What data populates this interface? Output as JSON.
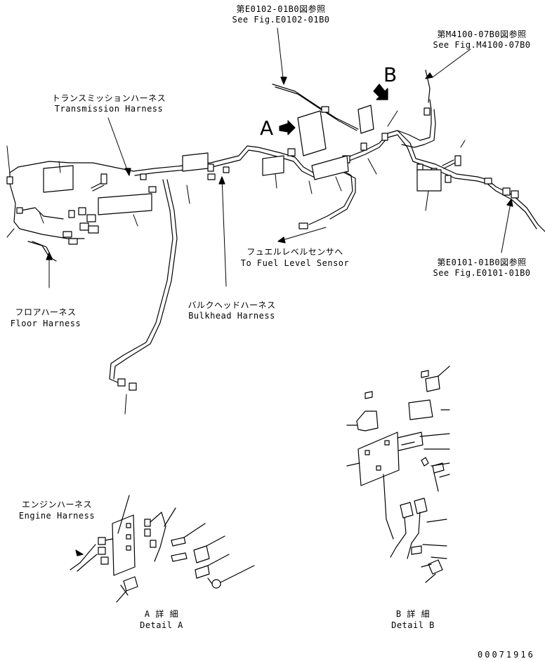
{
  "refs": {
    "top": {
      "jp": "第E0102-01B0図参照",
      "en": "See Fig.E0102-01B0"
    },
    "right_top": {
      "jp": "第M4100-07B0図参照",
      "en": "See Fig.M4100-07B0"
    },
    "right_mid": {
      "jp": "第E0101-01B0図参照",
      "en": "See Fig.E0101-01B0"
    }
  },
  "callouts": {
    "a": "A",
    "b": "B"
  },
  "harness_labels": {
    "transmission": {
      "jp": "トランスミッションハーネス",
      "en": "Transmission Harness"
    },
    "fuel_level": {
      "jp": "フュエルレベルセンサへ",
      "en": "To Fuel Level Sensor"
    },
    "bulkhead": {
      "jp": "バルクヘッドハーネス",
      "en": "Bulkhead Harness"
    },
    "floor": {
      "jp": "フロアハーネス",
      "en": "Floor Harness"
    },
    "engine": {
      "jp": "エンジンハーネス",
      "en": "Engine Harness"
    }
  },
  "details": {
    "a": {
      "jp": "A 詳 細",
      "en": "Detail A"
    },
    "b": {
      "jp": "B 詳 細",
      "en": "Detail B"
    }
  },
  "drawing_number": "00071916"
}
